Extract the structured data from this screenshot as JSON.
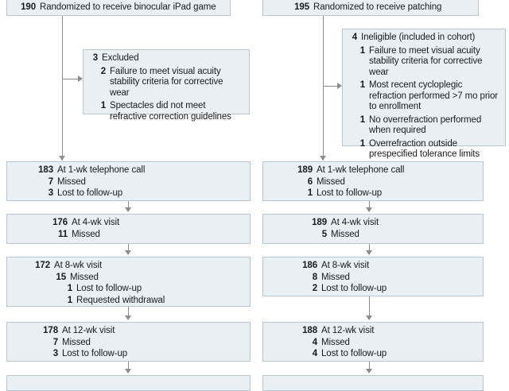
{
  "figure": {
    "type": "consort-flow-diagram",
    "colors": {
      "box_fill": "#e9eff3",
      "box_border": "#b9c6cd",
      "connector": "#8c8c8c",
      "text": "#1a1a1a"
    }
  },
  "arms": {
    "left": {
      "header": {
        "count": "190",
        "label": "Randomized to receive binocular iPad game"
      },
      "exclusion": {
        "title": {
          "count": "3",
          "label": "Excluded"
        },
        "items": [
          {
            "count": "2",
            "label": "Failure to meet visual acuity stability criteria for corrective wear"
          },
          {
            "count": "1",
            "label": "Spectacles did not meet refractive correction guidelines"
          }
        ]
      },
      "visits": [
        {
          "count": "183",
          "label": "At 1-wk telephone call",
          "items": [
            {
              "count": "7",
              "label": "Missed"
            },
            {
              "count": "3",
              "label": "Lost to follow-up"
            }
          ]
        },
        {
          "count": "176",
          "label": "At 4-wk visit",
          "items": [
            {
              "count": "11",
              "label": "Missed"
            }
          ]
        },
        {
          "count": "172",
          "label": "At 8-wk visit",
          "items": [
            {
              "count": "15",
              "label": "Missed"
            },
            {
              "count": "1",
              "label": "Lost to follow-up"
            },
            {
              "count": "1",
              "label": "Requested withdrawal"
            }
          ]
        },
        {
          "count": "178",
          "label": "At 12-wk visit",
          "items": [
            {
              "count": "7",
              "label": "Missed"
            },
            {
              "count": "3",
              "label": "Lost to follow-up"
            }
          ]
        }
      ]
    },
    "right": {
      "header": {
        "count": "195",
        "label": "Randomized to receive patching"
      },
      "exclusion": {
        "title": {
          "count": "4",
          "label": "Ineligible (included in cohort)"
        },
        "items": [
          {
            "count": "1",
            "label": "Failure to meet visual acuity stability criteria for corrective wear"
          },
          {
            "count": "1",
            "label": "Most recent cycloplegic refraction performed >7 mo prior to enrollment"
          },
          {
            "count": "1",
            "label": "No overrefraction performed when required"
          },
          {
            "count": "1",
            "label": "Overrefraction outside prespecified tolerance limits"
          }
        ]
      },
      "visits": [
        {
          "count": "189",
          "label": "At 1-wk telephone call",
          "items": [
            {
              "count": "6",
              "label": "Missed"
            },
            {
              "count": "1",
              "label": "Lost to follow-up"
            }
          ]
        },
        {
          "count": "189",
          "label": "At 4-wk visit",
          "items": [
            {
              "count": "5",
              "label": "Missed"
            }
          ]
        },
        {
          "count": "186",
          "label": "At 8-wk visit",
          "items": [
            {
              "count": "8",
              "label": "Missed"
            },
            {
              "count": "2",
              "label": "Lost to follow-up"
            }
          ]
        },
        {
          "count": "188",
          "label": "At 12-wk visit",
          "items": [
            {
              "count": "4",
              "label": "Missed"
            },
            {
              "count": "4",
              "label": "Lost to follow-up"
            }
          ]
        }
      ]
    }
  }
}
